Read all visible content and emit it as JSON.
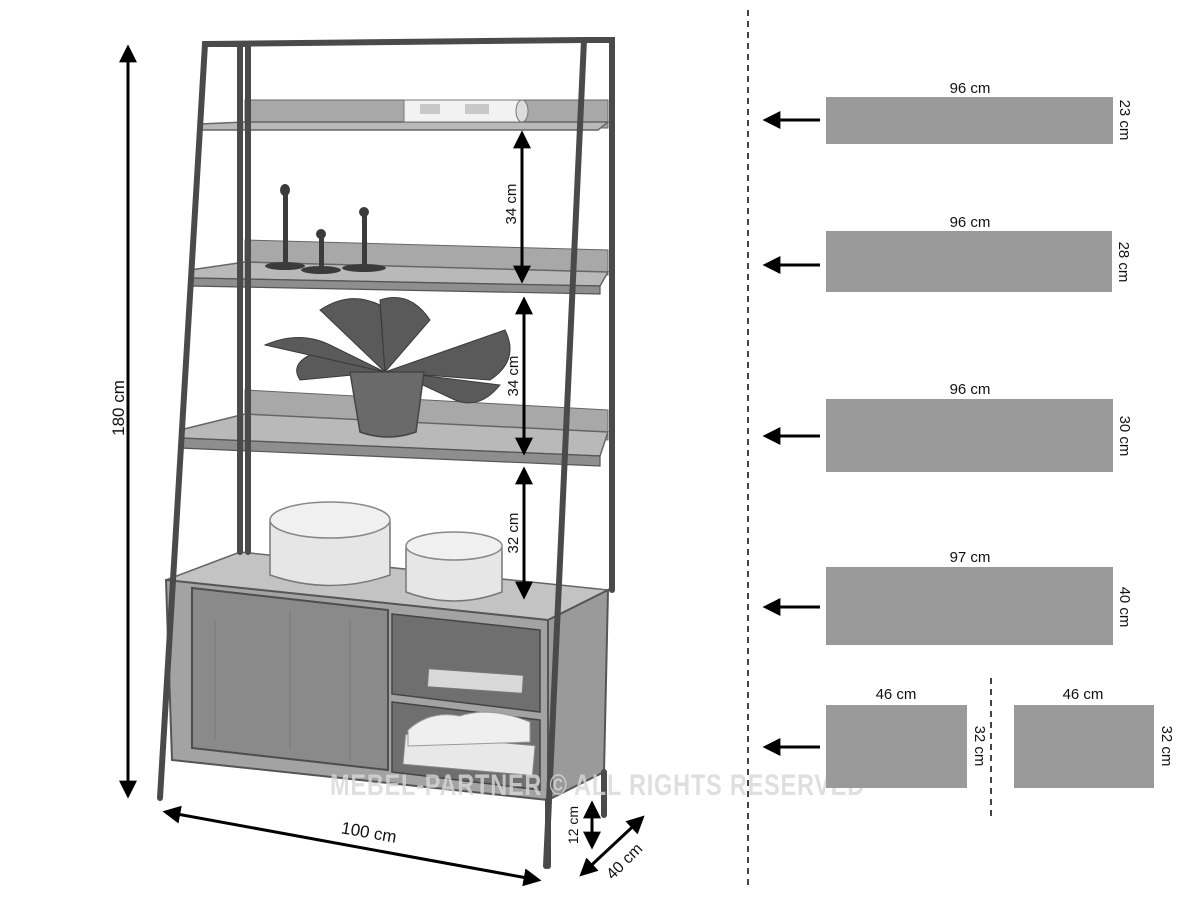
{
  "dimensions": {
    "height": "180 cm",
    "width": "100 cm",
    "depth": "40 cm",
    "leg_clearance": "12 cm",
    "gap_top": "34 cm",
    "gap_middle": "34 cm",
    "gap_bottom": "32 cm"
  },
  "watermark": "MEBEL-PARTNER © ALL RIGHTS RESERVED",
  "panels": [
    {
      "width": "96 cm",
      "height": "23 cm"
    },
    {
      "width": "96 cm",
      "height": "28 cm"
    },
    {
      "width": "96 cm",
      "height": "30 cm"
    },
    {
      "width": "97 cm",
      "height": "40 cm"
    }
  ],
  "drawer_panels": [
    {
      "width": "46 cm",
      "height": "32 cm"
    },
    {
      "width": "46 cm",
      "height": "32 cm"
    }
  ],
  "colors": {
    "panel": "#9a9a9a",
    "frame": "#4a4a4a",
    "arrow": "#000000"
  }
}
